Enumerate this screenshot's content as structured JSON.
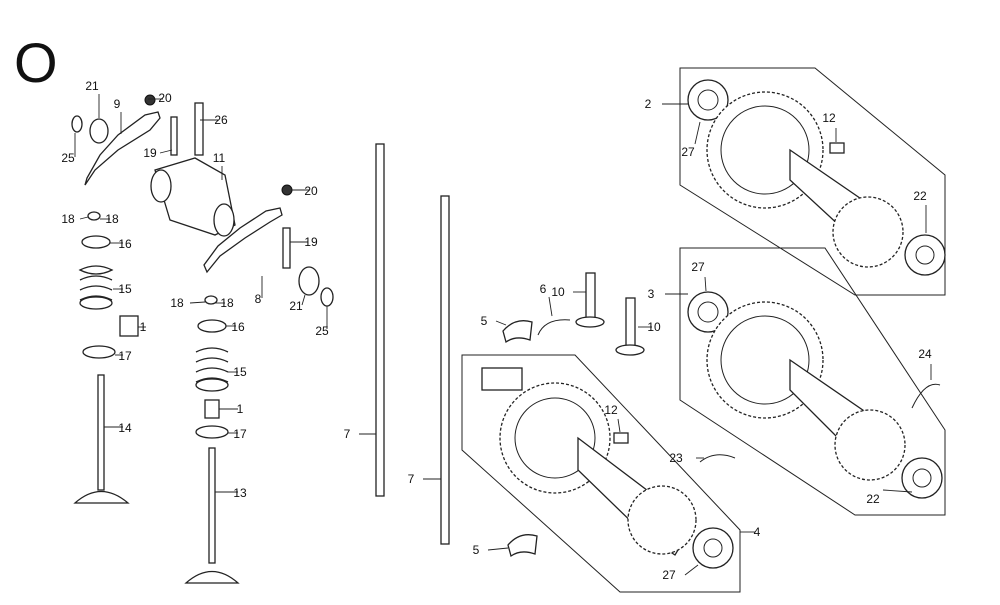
{
  "section_letter": "O",
  "callouts": [
    "21",
    "9",
    "20",
    "26",
    "25",
    "19",
    "11",
    "20",
    "18",
    "18",
    "16",
    "15",
    "1",
    "19",
    "8",
    "21",
    "25",
    "18",
    "18",
    "16",
    "17",
    "15",
    "14",
    "1",
    "17",
    "13",
    "7",
    "7",
    "2",
    "12",
    "27",
    "22",
    "3",
    "27",
    "6",
    "10",
    "5",
    "10",
    "24",
    "12",
    "23",
    "4",
    "22",
    "5",
    "27"
  ],
  "colors": {
    "line": "#222222",
    "background": "#ffffff"
  }
}
